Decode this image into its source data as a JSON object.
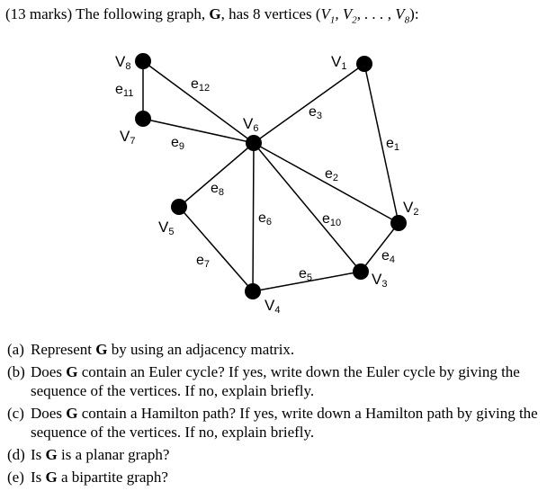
{
  "header": {
    "marks": "(13 marks)",
    "lead": "The following graph,",
    "graph_name": "G",
    "mid": ", has 8 vertices (",
    "vertex_list": "V",
    "tail": "):"
  },
  "vertices": [
    {
      "id": "V1",
      "label": "V",
      "sub": "1"
    },
    {
      "id": "V2",
      "label": "V",
      "sub": "2"
    },
    {
      "id": "V3",
      "label": "V",
      "sub": "3"
    },
    {
      "id": "V4",
      "label": "V",
      "sub": "4"
    },
    {
      "id": "V5",
      "label": "V",
      "sub": "5"
    },
    {
      "id": "V6",
      "label": "V",
      "sub": "6"
    },
    {
      "id": "V7",
      "label": "V",
      "sub": "7"
    },
    {
      "id": "V8",
      "label": "V",
      "sub": "8"
    }
  ],
  "edges": [
    {
      "id": "e1",
      "from": "V1",
      "to": "V2",
      "label": "e",
      "sub": "1"
    },
    {
      "id": "e2",
      "from": "V6",
      "to": "V2",
      "label": "e",
      "sub": "2"
    },
    {
      "id": "e3",
      "from": "V1",
      "to": "V6",
      "label": "e",
      "sub": "3"
    },
    {
      "id": "e4",
      "from": "V2",
      "to": "V3",
      "label": "e",
      "sub": "4"
    },
    {
      "id": "e5",
      "from": "V4",
      "to": "V3",
      "label": "e",
      "sub": "5"
    },
    {
      "id": "e6",
      "from": "V6",
      "to": "V4",
      "label": "e",
      "sub": "6"
    },
    {
      "id": "e7",
      "from": "V5",
      "to": "V4",
      "label": "e",
      "sub": "7"
    },
    {
      "id": "e8",
      "from": "V5",
      "to": "V6",
      "label": "e",
      "sub": "8"
    },
    {
      "id": "e9",
      "from": "V7",
      "to": "V6",
      "label": "e",
      "sub": "9"
    },
    {
      "id": "e10",
      "from": "V6",
      "to": "V3",
      "label": "e",
      "sub": "10"
    },
    {
      "id": "e11",
      "from": "V8",
      "to": "V7",
      "label": "e",
      "sub": "11"
    },
    {
      "id": "e12",
      "from": "V8",
      "to": "V6",
      "label": "e",
      "sub": "12"
    }
  ],
  "questions": [
    {
      "marker": "(a)",
      "pre": "Represent ",
      "bold": "G",
      "post": " by using an adjacency matrix."
    },
    {
      "marker": "(b)",
      "pre": "Does ",
      "bold": "G",
      "post": " contain an Euler cycle? If yes, write down the Euler cycle by giving the sequence of the vertices. If no, explain briefly."
    },
    {
      "marker": "(c)",
      "pre": "Does ",
      "bold": "G",
      "post": " contain a Hamilton path? If yes, write down a Hamilton path by giving the sequence of the vertices. If no, explain briefly."
    },
    {
      "marker": "(d)",
      "pre": "Is ",
      "bold": "G",
      "post": " is a planar graph?"
    },
    {
      "marker": "(e)",
      "pre": "Is ",
      "bold": "G",
      "post": " a bipartite graph?"
    }
  ]
}
